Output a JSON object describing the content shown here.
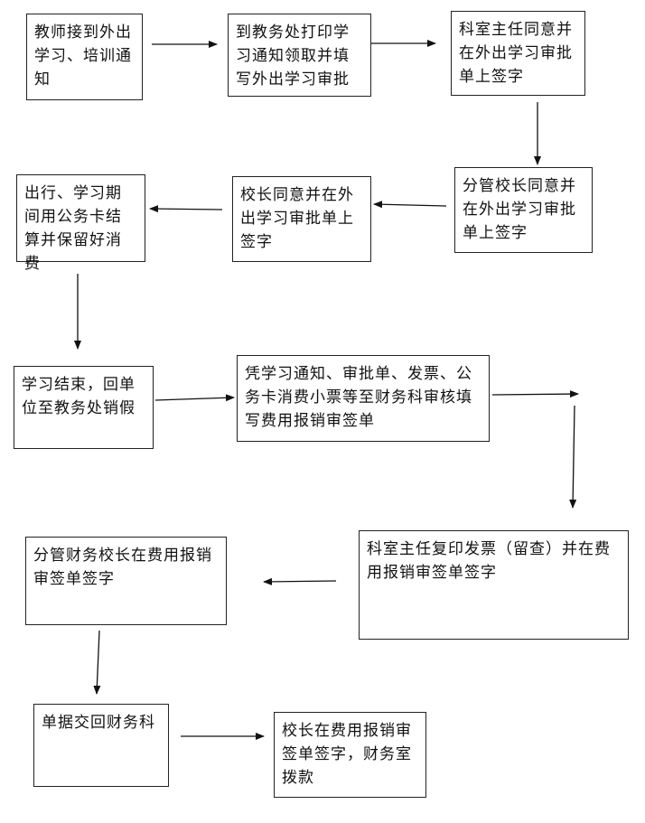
{
  "steps": {
    "s1": "教师接到外出学习、培训通知",
    "s2": "到教务处打印学习通知领取并填写外出学习审批",
    "s3": "科室主任同意并在外出学习审批单上签字",
    "s4": "分管校长同意并在外出学习审批单上签字",
    "s5": "校长同意并在外出学习审批单上签字",
    "s6": "出行、学习期间用公务卡结算并保留好消费",
    "s7": "学习结束，回单位至教务处销假",
    "s8": "凭学习通知、审批单、发票、公务卡消费小票等至财务科审核填写费用报销审签单",
    "s9": "科室主任复印发票（留查）并在费用报销审签单签字",
    "s10": "分管财务校长在费用报销审签单签字",
    "s11": "单据交回财务科",
    "s12": "校长在费用报销审签单签字，财务室拨款"
  },
  "colors": {
    "line": "#111111",
    "border": "#222222"
  }
}
